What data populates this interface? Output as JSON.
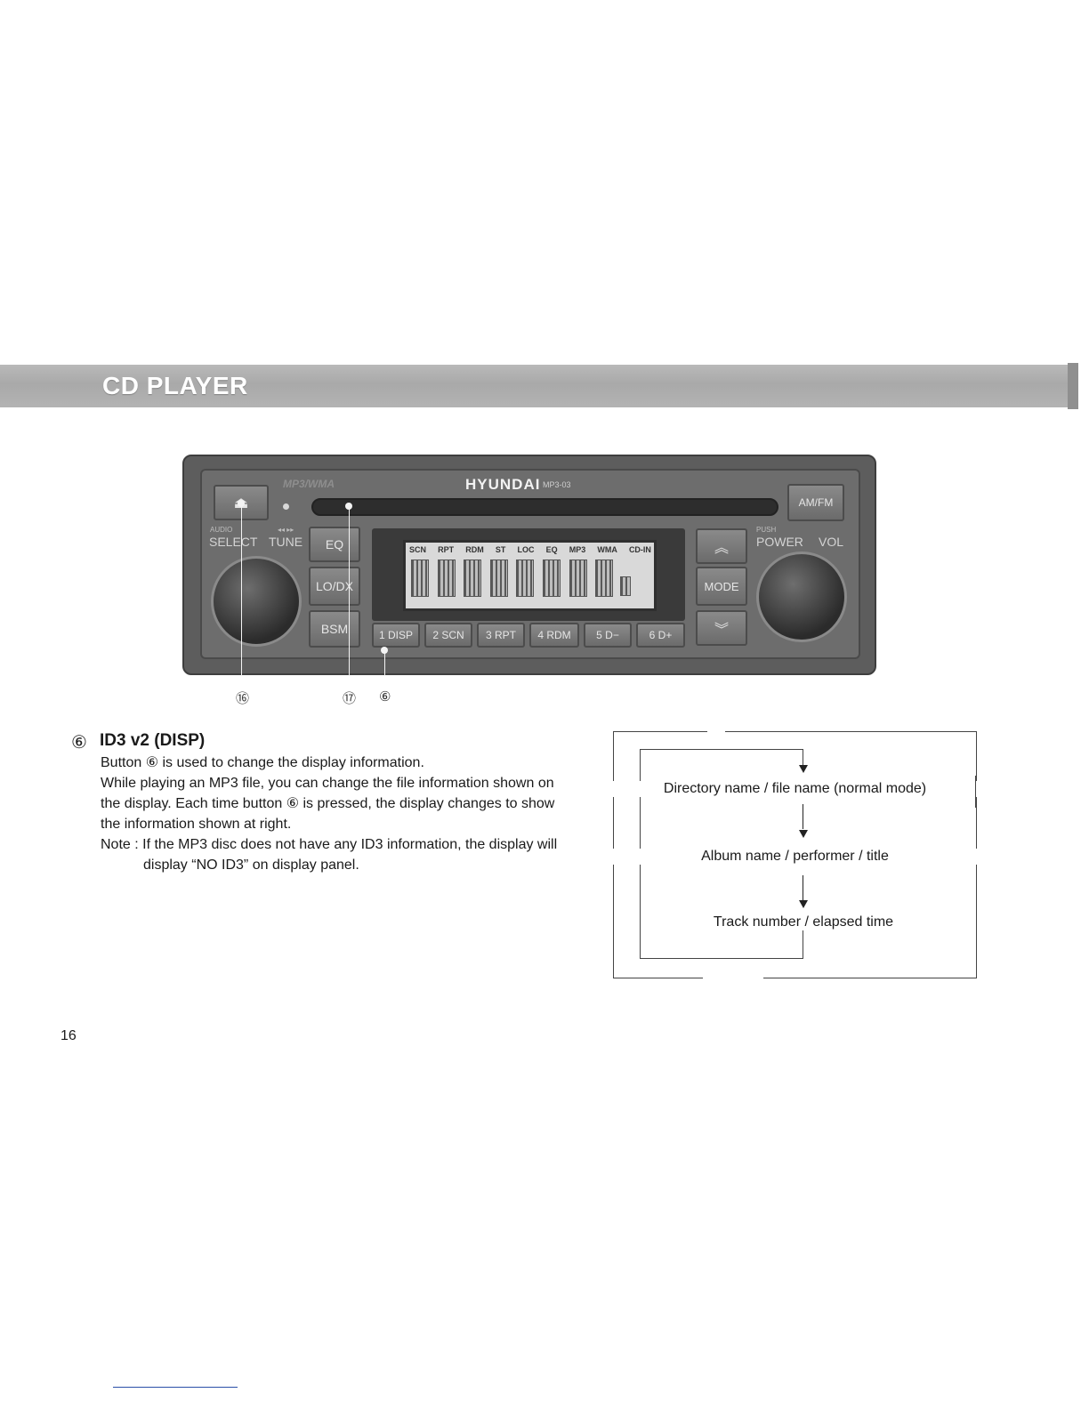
{
  "header": {
    "title": "CD PLAYER"
  },
  "radio": {
    "brand": "HYUNDAI",
    "model": "MP3-03",
    "format_text": "MP3/WMA",
    "buttons": {
      "eq": "EQ",
      "lo_dx": "LO/DX",
      "bsm": "BSM",
      "am_fm": "AM/FM",
      "mode": "MODE",
      "eject_symbol": "⏏",
      "up_symbol": "︽",
      "down_symbol": "︾"
    },
    "presets": [
      "1 DISP",
      "2 SCN",
      "3 RPT",
      "4 RDM",
      "5 D−",
      "6 D+"
    ],
    "labels": {
      "audio": "AUDIO",
      "select": "SELECT",
      "tune": "TUNE",
      "tune_arrows": "◂◂ ▸▸",
      "push": "PUSH",
      "power": "POWER",
      "vol": "VOL"
    },
    "lcd_indicators": [
      "SCN",
      "RPT",
      "RDM",
      "ST",
      "LOC",
      "EQ",
      "MP3",
      "WMA",
      "CD-IN"
    ]
  },
  "callouts": {
    "m16": "⑯",
    "m17": "⑰",
    "m6": "⑥"
  },
  "section": {
    "number": "⑥",
    "title": "ID3 v2 (DISP)",
    "p1": "Button ⑥ is used to change the display information.",
    "p2_l1": "While playing an MP3 file, you can change the file information shown on",
    "p2_l2": "the display. Each time button ⑥ is pressed, the display changes to show",
    "p2_l3": "the information shown at right.",
    "note_l1": "Note : If the MP3 disc does not have any ID3 information, the display will",
    "note_l2": "display “NO ID3” on display panel."
  },
  "flow": {
    "steps": [
      "Directory name / file name (normal mode)",
      "Album name / performer / title",
      "Track number / elapsed time"
    ]
  },
  "page_number": "16"
}
